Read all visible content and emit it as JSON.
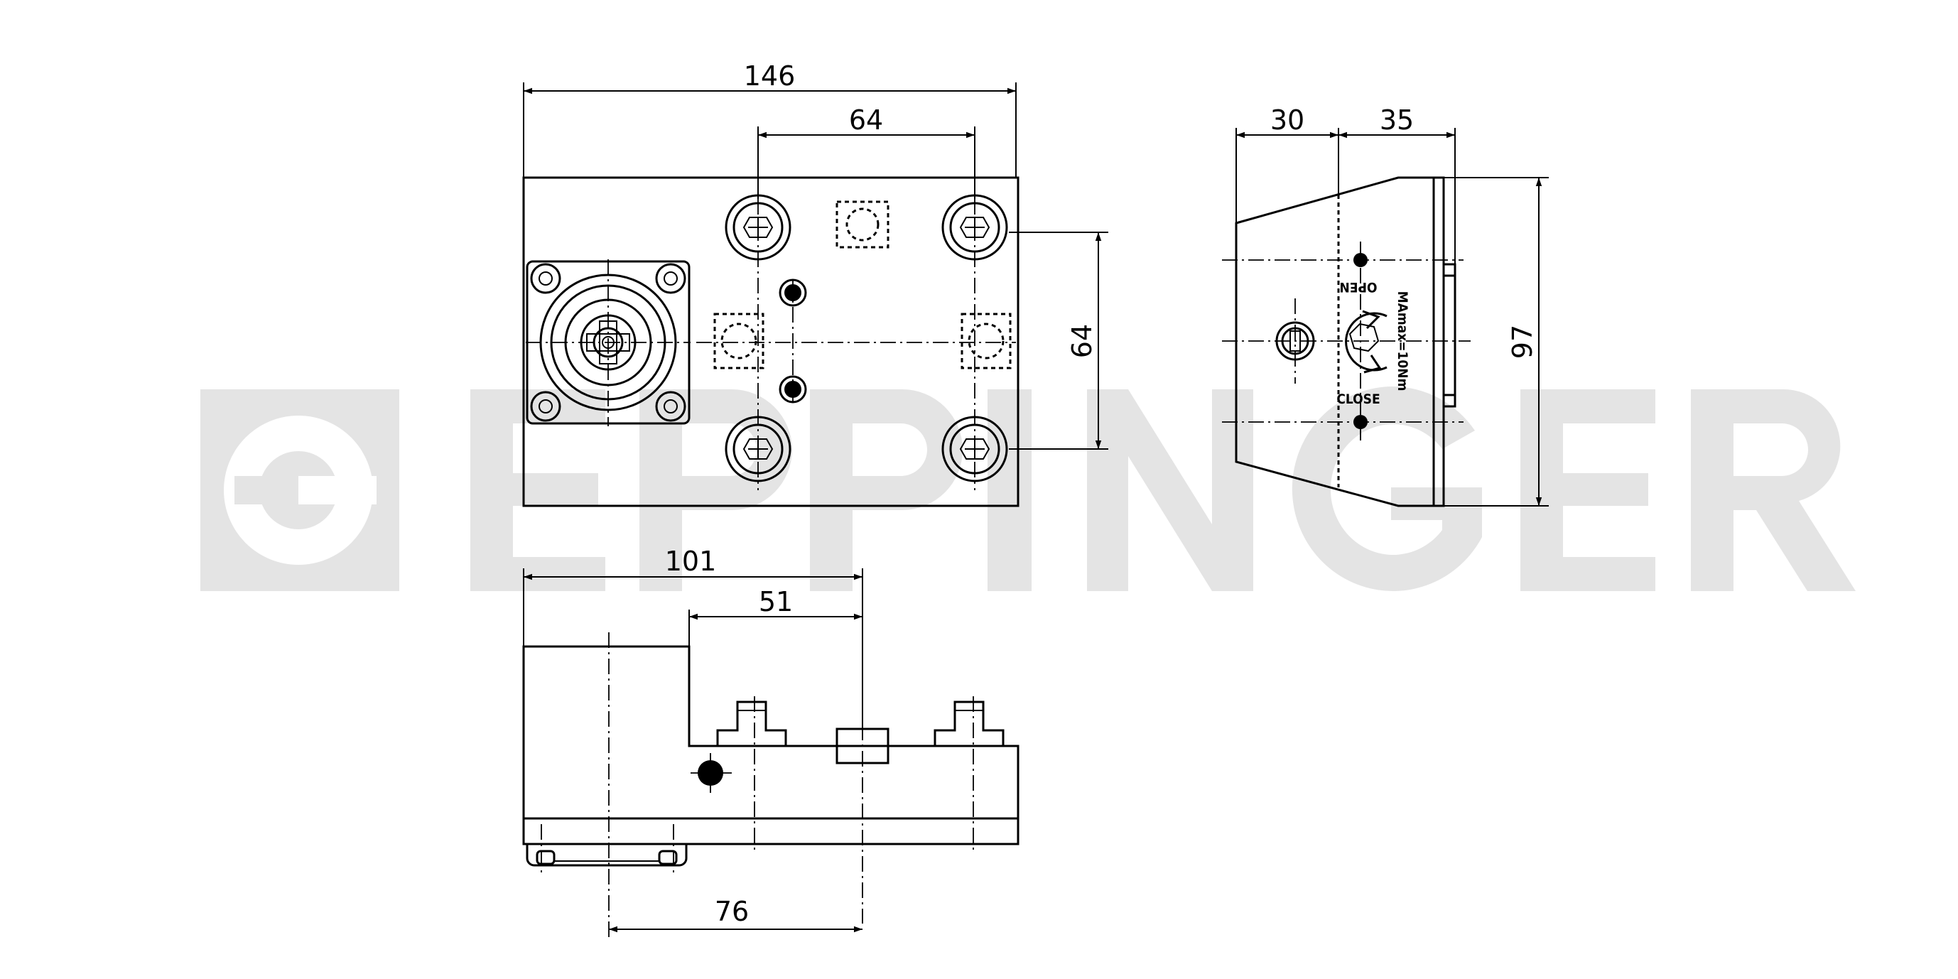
{
  "watermark": {
    "text": "EPPINGER",
    "color": "#e4e4e4"
  },
  "dimensions": {
    "top_width": "146",
    "top_hole_spacing": "64",
    "top_vertical_spacing": "64",
    "side_width_a": "30",
    "side_width_b": "35",
    "side_height": "97",
    "front_width": "101",
    "front_offset": "51",
    "bottom_spacing": "76"
  },
  "labels": {
    "open": "OPEN",
    "close": "CLOSE",
    "torque": "MAmax=10Nm"
  },
  "colors": {
    "line": "#000000",
    "background": "#ffffff"
  }
}
